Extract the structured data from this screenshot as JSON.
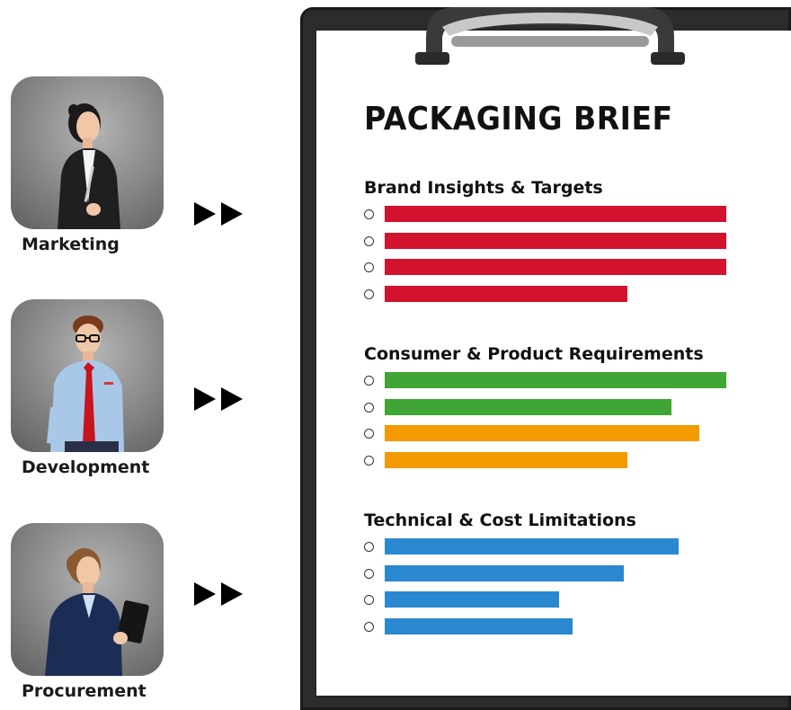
{
  "roles": [
    {
      "label": "Marketing"
    },
    {
      "label": "Development"
    },
    {
      "label": "Procurement"
    }
  ],
  "brief": {
    "title": "PACKAGING BRIEF",
    "sections": [
      {
        "title": "Brand Insights & Targets",
        "items": [
          {
            "fill": 1.0,
            "color": "#d3132d"
          },
          {
            "fill": 1.0,
            "color": "#d3132d"
          },
          {
            "fill": 1.0,
            "color": "#d3132d"
          },
          {
            "fill": 0.71,
            "color": "#d3132d"
          }
        ]
      },
      {
        "title": "Consumer & Product Requirements",
        "items": [
          {
            "fill": 1.0,
            "color": "#3fa535"
          },
          {
            "fill": 0.84,
            "color": "#3fa535"
          },
          {
            "fill": 0.92,
            "color": "#f39a00"
          },
          {
            "fill": 0.71,
            "color": "#f39a00"
          }
        ]
      },
      {
        "title": "Technical & Cost Limitations",
        "items": [
          {
            "fill": 0.86,
            "color": "#2a88d0"
          },
          {
            "fill": 0.7,
            "color": "#2a88d0"
          },
          {
            "fill": 0.51,
            "color": "#2a88d0"
          },
          {
            "fill": 0.55,
            "color": "#2a88d0"
          }
        ]
      }
    ]
  },
  "colors": {
    "board": "#2c2c2c",
    "paper": "#ffffff",
    "red": "#d3132d",
    "green": "#3fa535",
    "orange": "#f39a00",
    "blue": "#2a88d0"
  },
  "icons": [
    "businesswoman-icon",
    "engineer-icon",
    "buyer-icon",
    "double-arrow-icon",
    "clip-icon"
  ]
}
